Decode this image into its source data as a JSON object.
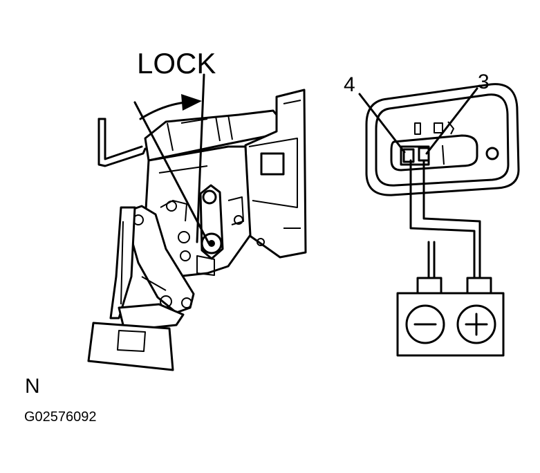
{
  "labels": {
    "lock": "LOCK",
    "pin_left": "4",
    "pin_right": "3",
    "position": "N",
    "figure_code": "G02576092"
  },
  "battery": {
    "negative_symbol": "−",
    "positive_symbol": "+"
  }
}
